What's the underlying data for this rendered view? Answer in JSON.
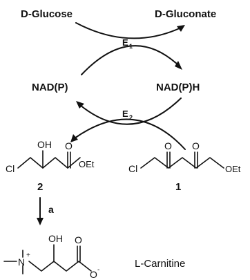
{
  "reaction": {
    "substrate_top": "D-Glucose",
    "product_top": "D-Gluconate",
    "enzyme_1": "E",
    "enzyme_1_sub": "1",
    "cofactor_ox": "NAD(P)",
    "cofactor_red": "NAD(P)H",
    "enzyme_2": "E",
    "enzyme_2_sub": "2"
  },
  "compound_2": {
    "number": "2",
    "atoms": {
      "cl": "Cl",
      "oh": "OH",
      "o": "O",
      "oet": "OEt"
    }
  },
  "compound_1": {
    "number": "1",
    "atoms": {
      "cl": "Cl",
      "o_keto": "O",
      "o_ester": "O",
      "oet": "OEt"
    }
  },
  "step": {
    "label": "a"
  },
  "product": {
    "name": "L-Carnitine",
    "atoms": {
      "n": "N",
      "plus": "+",
      "oh": "OH",
      "o": "O",
      "o_minus": "O",
      "minus": "-"
    }
  }
}
